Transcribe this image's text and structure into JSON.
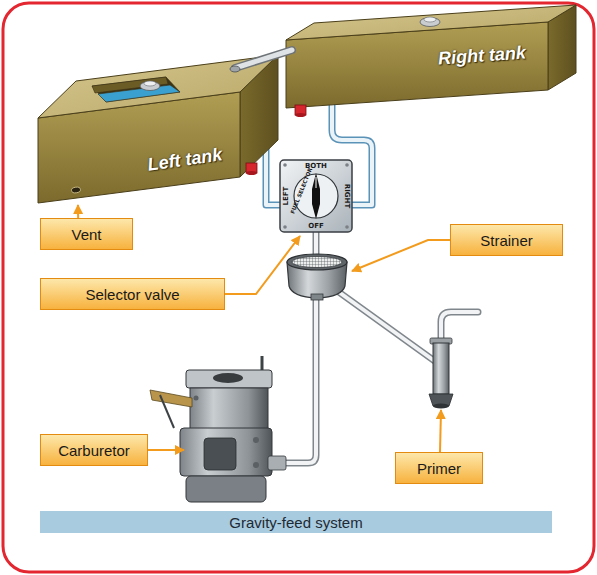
{
  "diagram": {
    "caption": "Gravity-feed system",
    "nodes": [
      {
        "text": [
          "Right tank"
        ]
      },
      {
        "text": [
          "Left tank"
        ]
      },
      {
        "text": [
          "Vent"
        ]
      },
      {
        "text": [
          "Strainer"
        ]
      },
      {
        "text": [
          "Selector valve"
        ]
      },
      {
        "text": [
          "Carburetor"
        ]
      },
      {
        "text": [
          "Primer"
        ]
      }
    ],
    "edges": [
      {
        "from": 2,
        "to": 1,
        "arrow": "to"
      }
    ],
    "labels": [
      "BOTH",
      "LEFT",
      "RIGHT",
      "OFF",
      "FUEL SELECTOR"
    ]
  }
}
